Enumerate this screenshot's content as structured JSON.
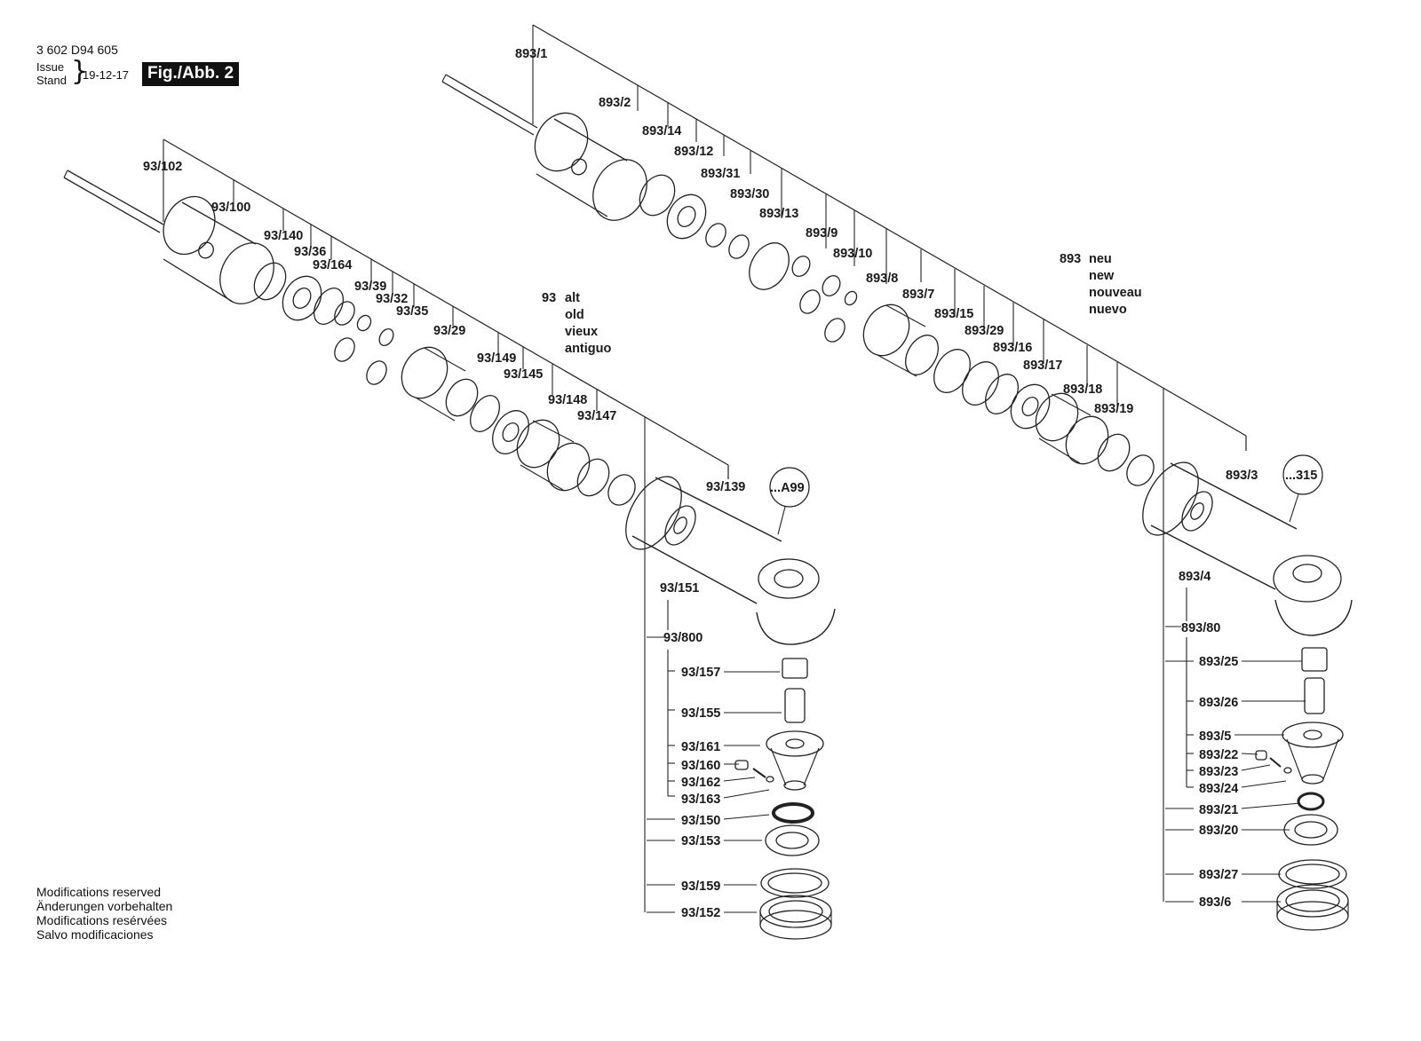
{
  "header": {
    "document_number": "3 602 D94 605",
    "issue_label": "Issue",
    "stand_label": "Stand",
    "date": "19-12-17",
    "figure_label": "Fig./Abb. 2"
  },
  "footer": {
    "notes": [
      "Modifications reserved",
      "Änderungen vorbehalten",
      "Modifications resérvées",
      "Salvo modificaciones"
    ]
  },
  "old_version": {
    "number": "93",
    "words": [
      "alt",
      "old",
      "vieux",
      "antiguo"
    ],
    "callout": "...A99",
    "labels": [
      "93/102",
      "93/100",
      "93/140",
      "93/36",
      "93/164",
      "93/39",
      "93/32",
      "93/35",
      "93/29",
      "93/149",
      "93/145",
      "93/148",
      "93/147",
      "93/139",
      "93/151",
      "93/800",
      "93/157",
      "93/155",
      "93/161",
      "93/160",
      "93/162",
      "93/163",
      "93/150",
      "93/153",
      "93/159",
      "93/152"
    ]
  },
  "new_version": {
    "number": "893",
    "words": [
      "neu",
      "new",
      "nouveau",
      "nuevo"
    ],
    "callout": "...315",
    "labels": [
      "893/1",
      "893/2",
      "893/14",
      "893/12",
      "893/31",
      "893/30",
      "893/13",
      "893/9",
      "893/10",
      "893/8",
      "893/7",
      "893/15",
      "893/29",
      "893/16",
      "893/17",
      "893/18",
      "893/19",
      "893/3",
      "893/4",
      "893/80",
      "893/25",
      "893/26",
      "893/5",
      "893/22",
      "893/23",
      "893/24",
      "893/21",
      "893/20",
      "893/27",
      "893/6"
    ]
  }
}
